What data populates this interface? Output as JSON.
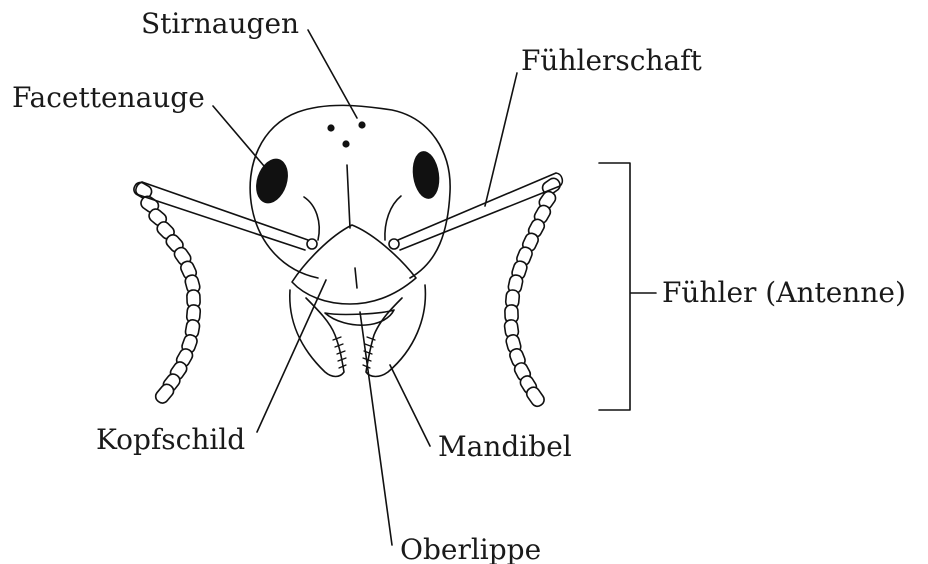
{
  "labels": {
    "stirnaugen": "Stirnaugen",
    "fuehlerschaft": "Fühlerschaft",
    "facettenauge": "Facettenauge",
    "fuehler": "Fühler (Antenne)",
    "kopfschild": "Kopfschild",
    "mandibel": "Mandibel",
    "oberlippe": "Oberlippe"
  }
}
